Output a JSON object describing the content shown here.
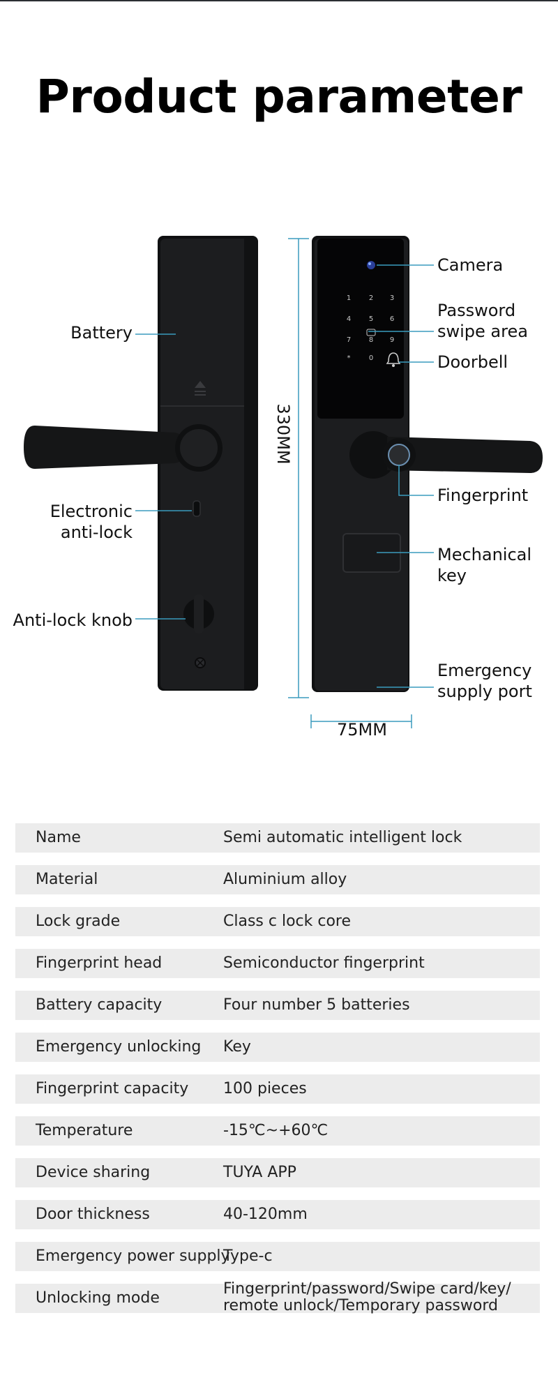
{
  "page": {
    "title": "Product parameter"
  },
  "dimensions": {
    "height_label": "330MM",
    "width_label": "75MM"
  },
  "labels": {
    "battery": "Battery",
    "electronic_antilock": [
      "Electronic",
      "anti-lock"
    ],
    "antilock_knob": "Anti-lock knob",
    "camera": "Camera",
    "password_swipe": [
      "Password",
      "swipe area"
    ],
    "doorbell": "Doorbell",
    "fingerprint": "Fingerprint",
    "mechanical_key": [
      "Mechanical",
      "key"
    ],
    "emergency_port": [
      "Emergency",
      "supply port"
    ]
  },
  "keypad": {
    "keys": [
      "1",
      "2",
      "3",
      "4",
      "5",
      "6",
      "7",
      "8",
      "9",
      "*",
      "0"
    ]
  },
  "parameters": [
    {
      "name": "Name",
      "value": "Semi automatic intelligent lock"
    },
    {
      "name": "Material",
      "value": "Aluminium alloy"
    },
    {
      "name": "Lock grade",
      "value": "Class c lock core"
    },
    {
      "name": "Fingerprint head",
      "value": "Semiconductor fingerprint"
    },
    {
      "name": "Battery capacity",
      "value": "Four number 5 batteries"
    },
    {
      "name": "Emergency unlocking",
      "value": "Key"
    },
    {
      "name": "Fingerprint capacity",
      "value": "100 pieces"
    },
    {
      "name": "Temperature",
      "value": "-15℃~+60℃"
    },
    {
      "name": "Device sharing",
      "value": "TUYA APP"
    },
    {
      "name": "Door thickness",
      "value": "40-120mm"
    },
    {
      "name": "Emergency power supply",
      "value": "Type-c"
    },
    {
      "name": "Unlocking mode",
      "value": "Fingerprint/password/Swipe card/key/ remote unlock/Temporary password"
    }
  ],
  "colors": {
    "leader_line": "#3a9bbd",
    "lock_body": "#1c1d1f",
    "table_bg": "#ececec"
  }
}
